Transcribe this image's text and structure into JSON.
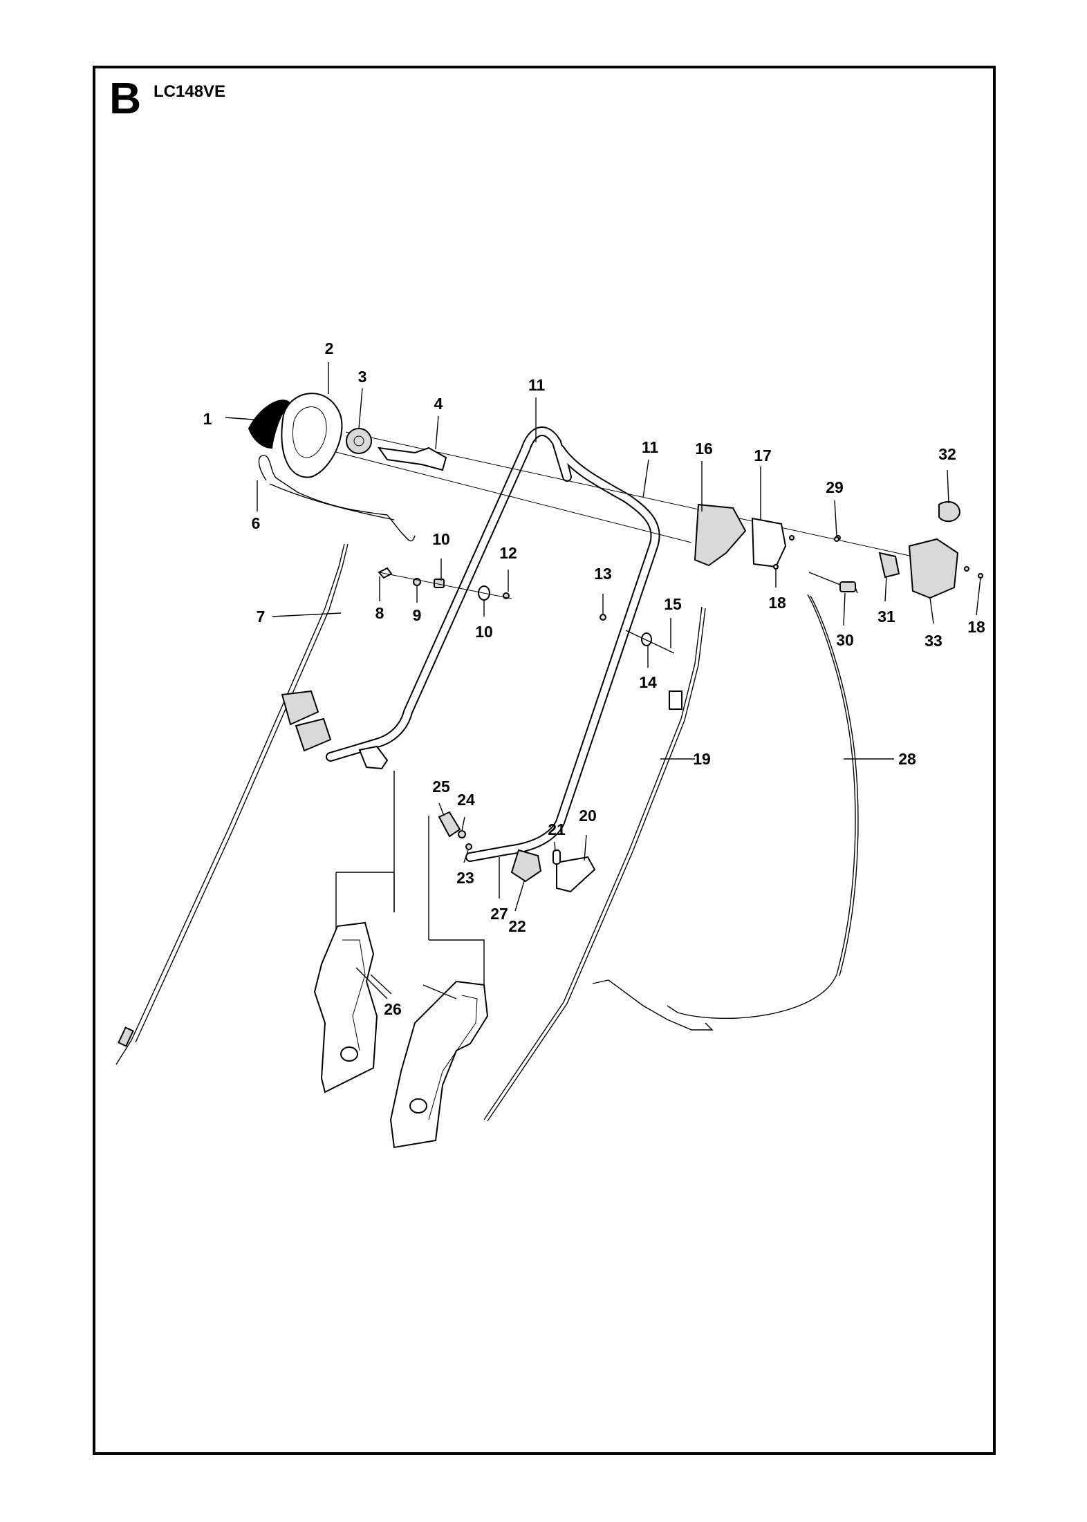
{
  "header": {
    "section_letter": "B",
    "model": "LC148VE"
  },
  "part_labels": [
    "1",
    "2",
    "3",
    "4",
    "6",
    "7",
    "8",
    "9",
    "10",
    "10",
    "11",
    "11",
    "12",
    "13",
    "14",
    "15",
    "16",
    "17",
    "18",
    "18",
    "19",
    "20",
    "21",
    "22",
    "23",
    "24",
    "25",
    "26",
    "27",
    "28",
    "29",
    "30",
    "31",
    "32",
    "33"
  ]
}
